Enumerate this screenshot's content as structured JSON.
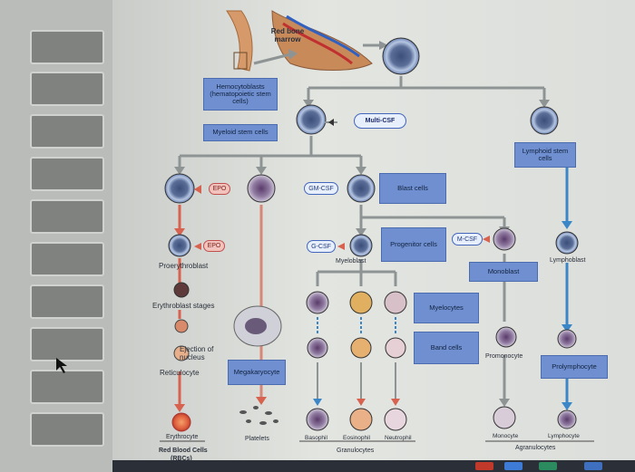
{
  "diagram": {
    "bone_marrow_label": "Red bone marrow",
    "hemocytoblasts": "Hemocytoblasts (hematopoietic stem cells)",
    "multi_csf": "Multi-CSF",
    "myeloid_stem_cells": "Myeloid stem cells",
    "lymphoid_stem_cells": "Lymphoid stem cells",
    "epo_1": "EPO",
    "epo_2": "EPO",
    "gm_csf": "GM-CSF",
    "blast_cells": "Blast cells",
    "g_csf": "G-CSF",
    "m_csf": "M-CSF",
    "progenitor_cells": "Progenitor cells",
    "proerythroblast": "Proerythroblast",
    "myeloblast": "Myeloblast",
    "monoblast": "Monoblast",
    "lymphoblast": "Lymphoblast",
    "erythroblast_stages": "Erythroblast stages",
    "myelocytes": "Myelocytes",
    "band_cells": "Band cells",
    "ejection_of_nucleus": "Ejection of nucleus",
    "promonocyte": "Promonocyte",
    "prolymphocyte": "Prolymphocyte",
    "reticulocyte": "Reticulocyte",
    "megakaryocyte": "Megakaryocyte",
    "erythrocyte": "Erythrocyte",
    "platelets": "Platelets",
    "basophil": "Basophil",
    "eosinophil": "Eosinophil",
    "neutrophil": "Neutrophil",
    "monocyte": "Monocyte",
    "lymphocyte": "Lymphocyte",
    "red_blood_cells": "Red Blood Cells",
    "rbcs": "(RBCs)",
    "granulocytes": "Granulocytes",
    "agranulocytes": "Agranulocytes"
  },
  "colors": {
    "box_fill": "#6f8fd0",
    "red_arrow": "#d6624f",
    "blue_arrow": "#3a86c7",
    "gray_arrow": "#8e9494",
    "epo_fill": "#f2c3bd",
    "csf_fill": "#e7eefc"
  }
}
